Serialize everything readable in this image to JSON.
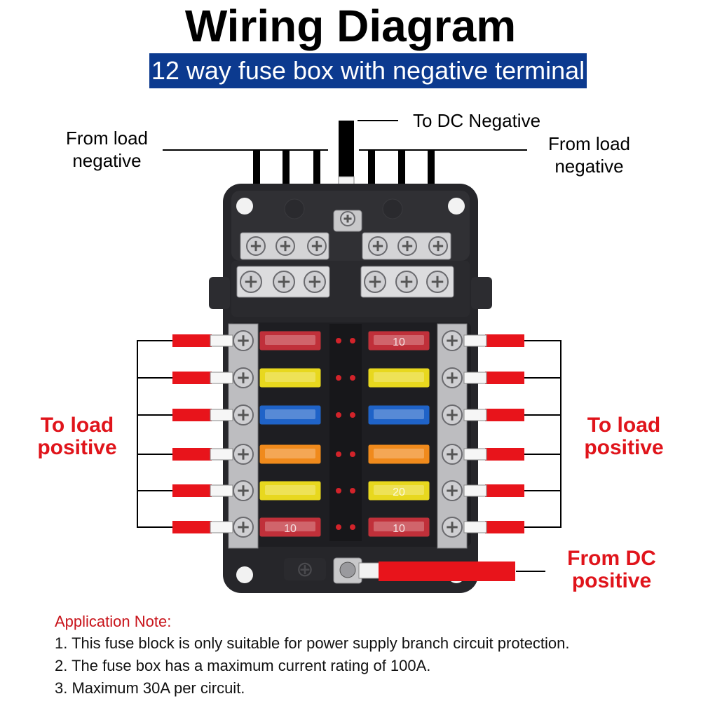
{
  "title": "Wiring Diagram",
  "subtitle": "12 way fuse box with negative terminal",
  "labels": {
    "to_dc_negative": "To DC Negative",
    "from_load_negative_left": "From load\nnegative",
    "from_load_negative_right": "From load\nnegative",
    "to_load_positive_left": "To load\npositive",
    "to_load_positive_right": "To load\npositive",
    "from_dc_positive": "From DC\npositive"
  },
  "fuses": {
    "left": [
      {
        "color": "#c0303a"
      },
      {
        "color": "#e8d81e"
      },
      {
        "color": "#1f63c8"
      },
      {
        "color": "#f08a1c"
      },
      {
        "color": "#e8d81e"
      },
      {
        "color": "#c0303a",
        "rating": "10"
      }
    ],
    "right": [
      {
        "color": "#c0303a",
        "rating": "10"
      },
      {
        "color": "#e8d81e"
      },
      {
        "color": "#1f63c8"
      },
      {
        "color": "#f08a1c"
      },
      {
        "color": "#e8d81e",
        "rating": "20"
      },
      {
        "color": "#c0303a",
        "rating": "10"
      }
    ]
  },
  "colors": {
    "wire_positive": "#e8141b",
    "banner": "#0c3a8f",
    "label_red": "#e0141b"
  },
  "application_note": {
    "title": "Application Note:",
    "items": [
      "1. This fuse block is only suitable for power supply branch circuit protection.",
      "2. The fuse box has a maximum current rating of 100A.",
      "3. Maximum 30A per circuit."
    ]
  }
}
